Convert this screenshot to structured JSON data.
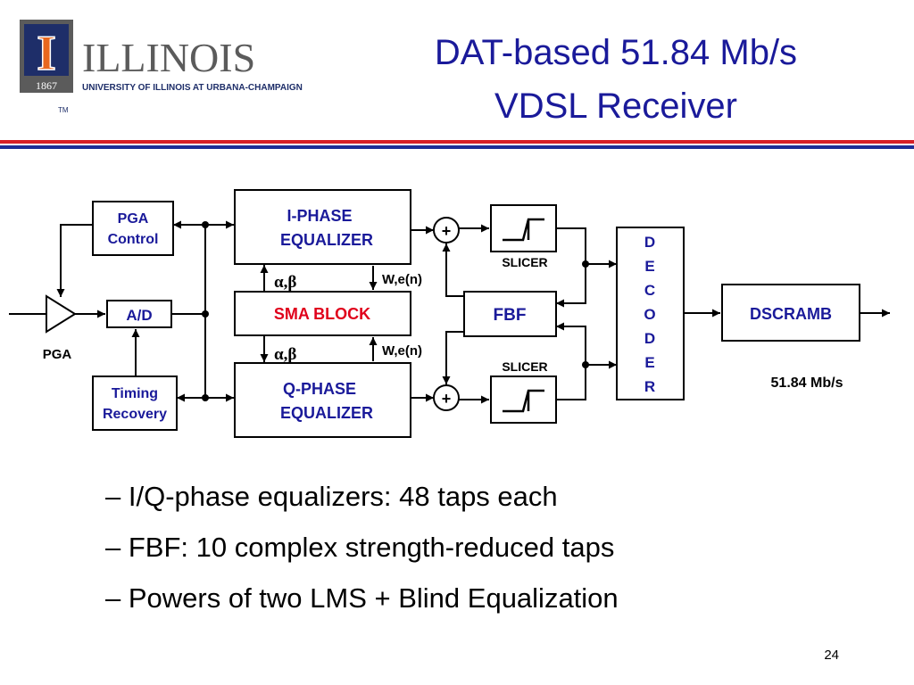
{
  "slide": {
    "title_line1": "DAT-based 51.84 Mb/s",
    "title_line2": "VDSL Receiver",
    "page_number": "24"
  },
  "logo": {
    "wordmark": "ILLINOIS",
    "subtitle": "UNIVERSITY OF ILLINOIS AT URBANA-CHAMPAIGN",
    "year": "1867",
    "trademark": "TM",
    "letter": "I",
    "colors": {
      "navy": "#1e2e69",
      "orange": "#e8671e",
      "gray": "#5b5b5b"
    }
  },
  "diagram": {
    "colors": {
      "block_label": "#1a1a9a",
      "sma_label": "#e0001b",
      "lines": "#000000",
      "rule_red": "#d71f26",
      "rule_blue": "#1e2e96"
    },
    "blocks": {
      "pga_control": [
        "PGA",
        "Control"
      ],
      "ad": "A/D",
      "timing_recovery": [
        "Timing",
        "Recovery"
      ],
      "i_phase_equalizer": [
        "I-PHASE",
        "EQUALIZER"
      ],
      "sma_block": "SMA BLOCK",
      "q_phase_equalizer": [
        "Q-PHASE",
        "EQUALIZER"
      ],
      "fbf": "FBF",
      "decoder": [
        "D",
        "E",
        "C",
        "O",
        "D",
        "E",
        "R"
      ],
      "dscramb": "DSCRAMB"
    },
    "labels": {
      "pga": "PGA",
      "slicer_top": "SLICER",
      "slicer_bottom": "SLICER",
      "alpha_beta_top": "α,β",
      "alpha_beta_bottom": "α,β",
      "we_top": "W,e(n)",
      "we_bottom": "W,e(n)",
      "rate": "51.84 Mb/s",
      "adder_top": "+",
      "adder_bottom": "+"
    }
  },
  "bullets": [
    "– I/Q-phase equalizers: 48 taps each",
    "– FBF: 10 complex strength-reduced taps",
    "– Powers of two LMS + Blind Equalization"
  ]
}
